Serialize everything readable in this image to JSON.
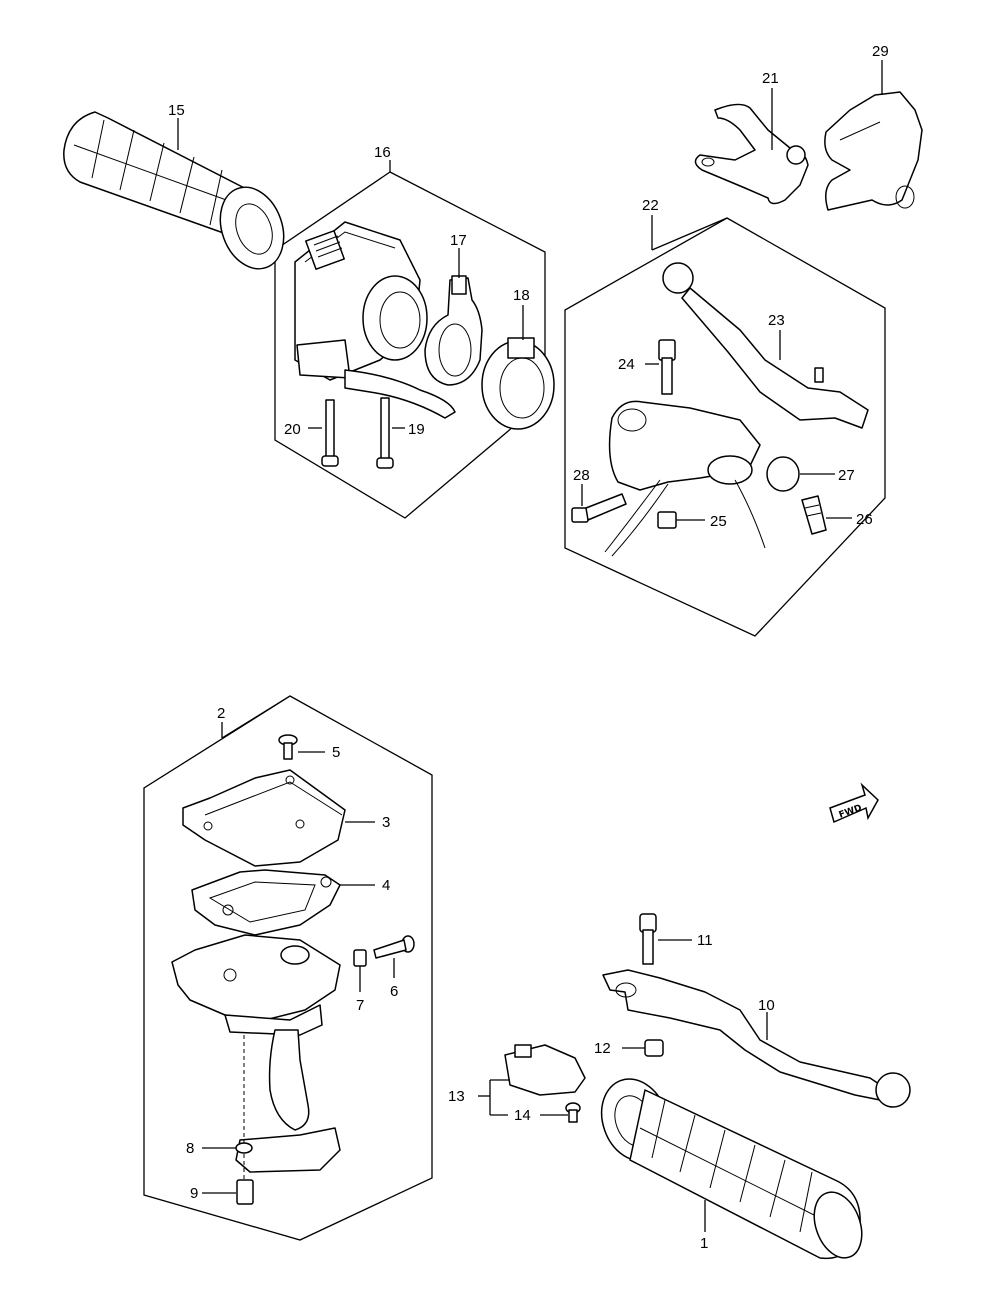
{
  "labels": {
    "p1": "1",
    "p2": "2",
    "p3": "3",
    "p4": "4",
    "p5": "5",
    "p6": "6",
    "p7": "7",
    "p8": "8",
    "p9": "9",
    "p10": "10",
    "p11": "11",
    "p12": "12",
    "p13": "13",
    "p14": "14",
    "p15": "15",
    "p16": "16",
    "p17": "17",
    "p18": "18",
    "p19": "19",
    "p20": "20",
    "p21": "21",
    "p22": "22",
    "p23": "23",
    "p24": "24",
    "p25": "25",
    "p26": "26",
    "p27": "27",
    "p28": "28",
    "p29": "29"
  },
  "fwd_marker": "FWD"
}
